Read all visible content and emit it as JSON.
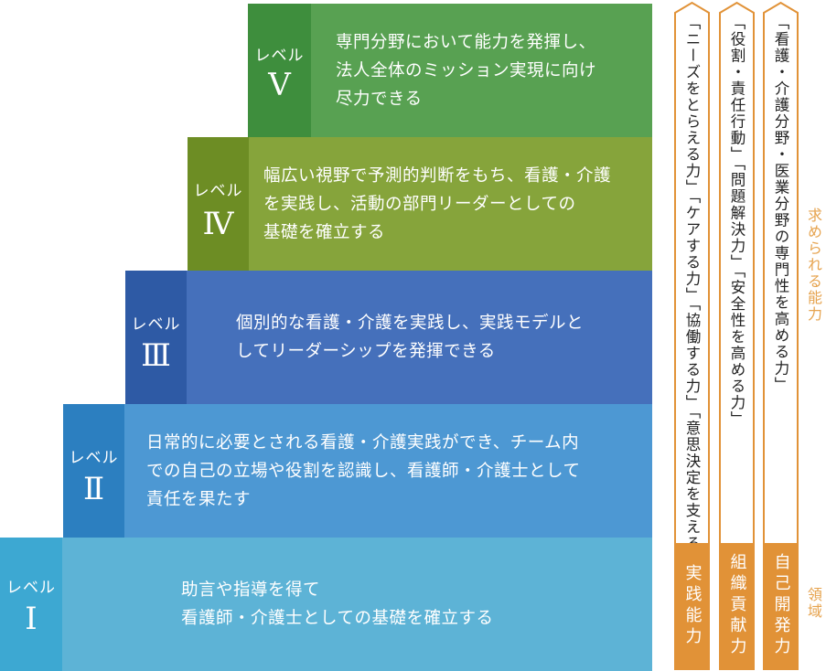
{
  "colors": {
    "level5": "#58a152",
    "level4": "#86a43b",
    "level3": "#4570bb",
    "level2": "#4d98d3",
    "level1": "#5db3d6",
    "arrow_border": "#e19237",
    "domain_box": "#e19237",
    "side_label": "#e6a34e"
  },
  "levels": [
    {
      "label": "レベル",
      "numeral": "Ⅴ",
      "lines": [
        "専門分野において能力を発揮し、",
        "法人全体のミッション実現に向け",
        "尽力できる"
      ]
    },
    {
      "label": "レベル",
      "numeral": "Ⅳ",
      "lines": [
        "幅広い視野で予測的判断をもち、看護・介護",
        "を実践し、活動の部門リーダーとしての",
        "基礎を確立する"
      ]
    },
    {
      "label": "レベル",
      "numeral": "Ⅲ",
      "lines": [
        "個別的な看護・介護を実践し、実践モデルと",
        "してリーダーシップを発揮できる"
      ]
    },
    {
      "label": "レベル",
      "numeral": "Ⅱ",
      "lines": [
        "日常的に必要とされる看護・介護実践ができ、チーム内",
        "での自己の立場や役割を認識し、看護師・介護士として",
        "責任を果たす"
      ]
    },
    {
      "label": "レベル",
      "numeral": "Ⅰ",
      "lines": [
        "助言や指導を得て",
        "看護師・介護士としての基礎を確立する"
      ]
    }
  ],
  "arrows": [
    {
      "abilities": "「ニーズをとらえる力」「ケアする力」「協働する力」「意思決定を支える力」",
      "domain": "実践能力"
    },
    {
      "abilities": "「役割・責任行動」「問題解決力」「安全性を高める力」",
      "domain": "組織貢献力"
    },
    {
      "abilities": "「看護・介護分野・医業分野の専門性を高める力」",
      "domain": "自己開発力"
    }
  ],
  "side_labels": {
    "top": "求められる能力",
    "bottom": "領域"
  }
}
